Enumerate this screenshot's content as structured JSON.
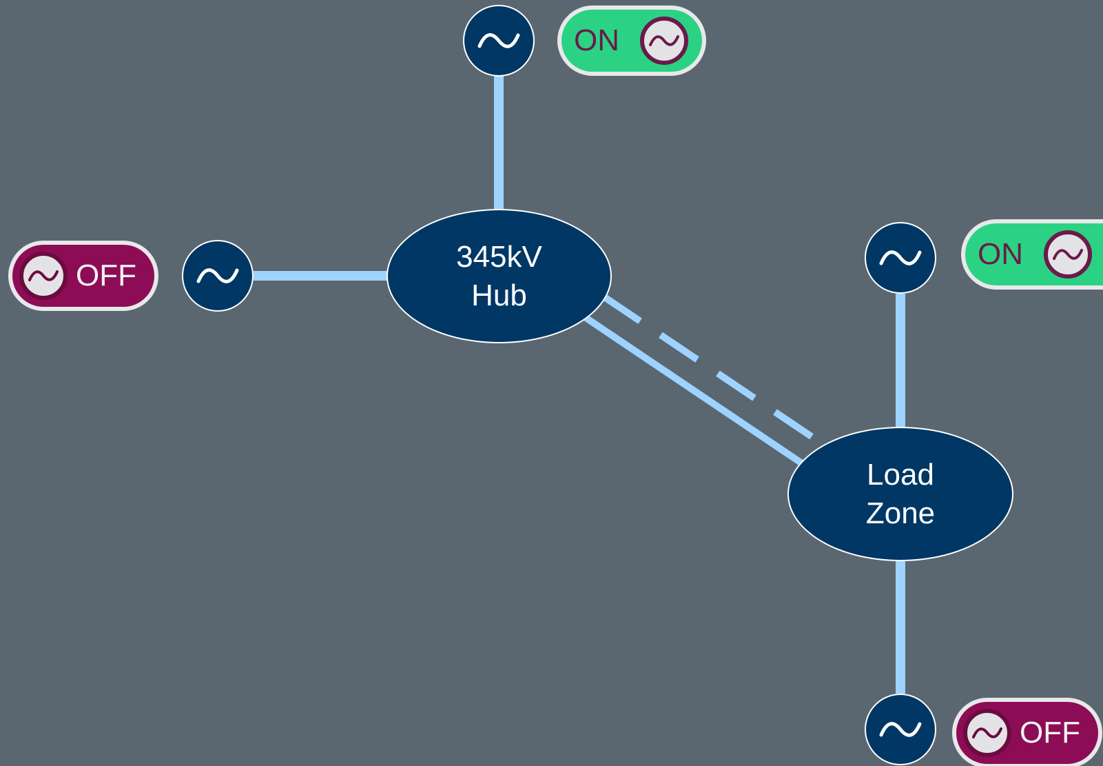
{
  "colors": {
    "background": "#5b6770",
    "node_fill": "#003764",
    "line": "#9fd3ff",
    "on_fill": "#2bd283",
    "off_fill": "#8c0d55"
  },
  "buses": [
    {
      "id": "hub",
      "line1": "345kV",
      "line2": "Hub"
    },
    {
      "id": "load",
      "line1": "Load",
      "line2": "Zone"
    }
  ],
  "generators": [
    {
      "id": "gen-top",
      "icon": "ac-source-icon",
      "status": "ON"
    },
    {
      "id": "gen-left",
      "icon": "ac-source-icon",
      "status": "OFF"
    },
    {
      "id": "gen-right",
      "icon": "ac-source-icon",
      "status": "ON"
    },
    {
      "id": "gen-bottom",
      "icon": "ac-source-icon",
      "status": "OFF"
    }
  ],
  "branches": [
    {
      "from": "hub",
      "to": "load",
      "style": "solid"
    },
    {
      "from": "hub",
      "to": "load",
      "style": "dashed"
    }
  ]
}
